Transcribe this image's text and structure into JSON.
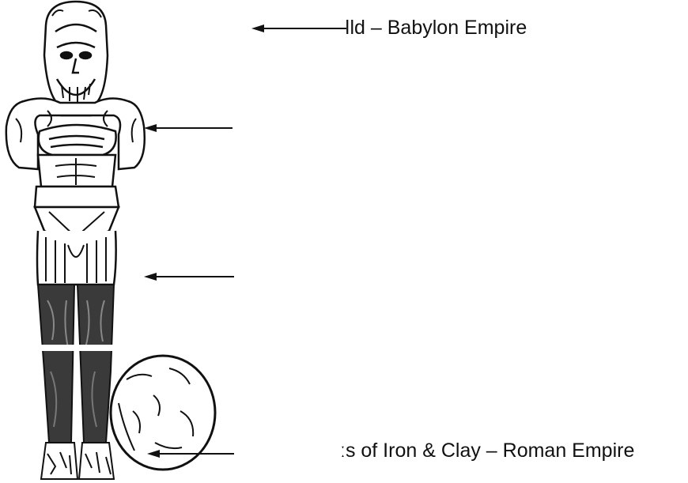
{
  "labels": {
    "gold": "ǀld – Babylon Empire",
    "iron_clay": "ːs of Iron & Clay – Roman Empire"
  },
  "colors": {
    "ink": "#111111",
    "background": "#ffffff",
    "iron_shade": "#3a3a3a"
  },
  "figure": {
    "statue": "statue-illustration",
    "stone": "stone-boulder-illustration"
  }
}
